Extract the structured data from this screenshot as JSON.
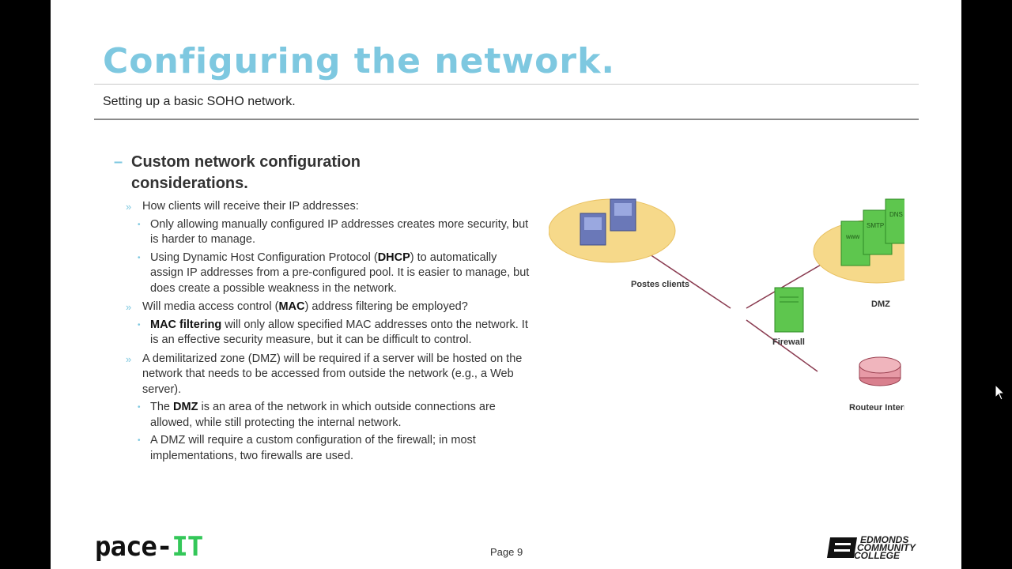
{
  "slide": {
    "title": "Configuring the network.",
    "subtitle": "Setting up a basic SOHO network."
  },
  "content": {
    "heading_line1": "Custom network configuration",
    "heading_line2": "considerations.",
    "b1": "How clients will receive their IP addresses:",
    "b1_s1": "Only allowing manually configured IP addresses creates more security, but is harder to manage.",
    "b1_s2_pre": "Using Dynamic Host Configuration Protocol (",
    "b1_s2_bold": "DHCP",
    "b1_s2_post": ") to automatically assign IP addresses from a pre-configured pool. It is easier to manage, but does create a possible weakness in the network.",
    "b2_pre": "Will media access control (",
    "b2_bold": "MAC",
    "b2_post": ") address filtering be employed?",
    "b2_s1_bold": "MAC filtering",
    "b2_s1_post": " will only allow specified MAC addresses onto the network. It is an effective security measure, but it can be difficult to control.",
    "b3": "A demilitarized zone (DMZ) will be required if a server will be hosted on the network that needs to be accessed from outside the network (e.g., a Web server).",
    "b3_s1_pre": "The ",
    "b3_s1_bold": "DMZ",
    "b3_s1_post": " is an area of the network in which outside connections are allowed, while still protecting the internal network.",
    "b3_s2": "A DMZ will require a custom configuration of the firewall; in most implementations, two firewalls are used."
  },
  "diagram": {
    "clients_label": "Postes clients",
    "dmz_label": "DMZ",
    "firewall_label": "Firewall",
    "router_label": "Routeur Internet",
    "server_labels": [
      "www",
      "SMTP",
      "DNS"
    ]
  },
  "footer": {
    "logo_left": "pace-",
    "logo_right": "IT",
    "page": "Page 9",
    "college_line1": "EDMONDS",
    "college_line2": "COMMUNITY",
    "college_line3": "COLLEGE"
  },
  "colors": {
    "title": "#7ec8e0",
    "bullet": "#7ec8e0",
    "zone": "#f6d98a",
    "server": "#5ec64e",
    "router": "#d9808e"
  }
}
